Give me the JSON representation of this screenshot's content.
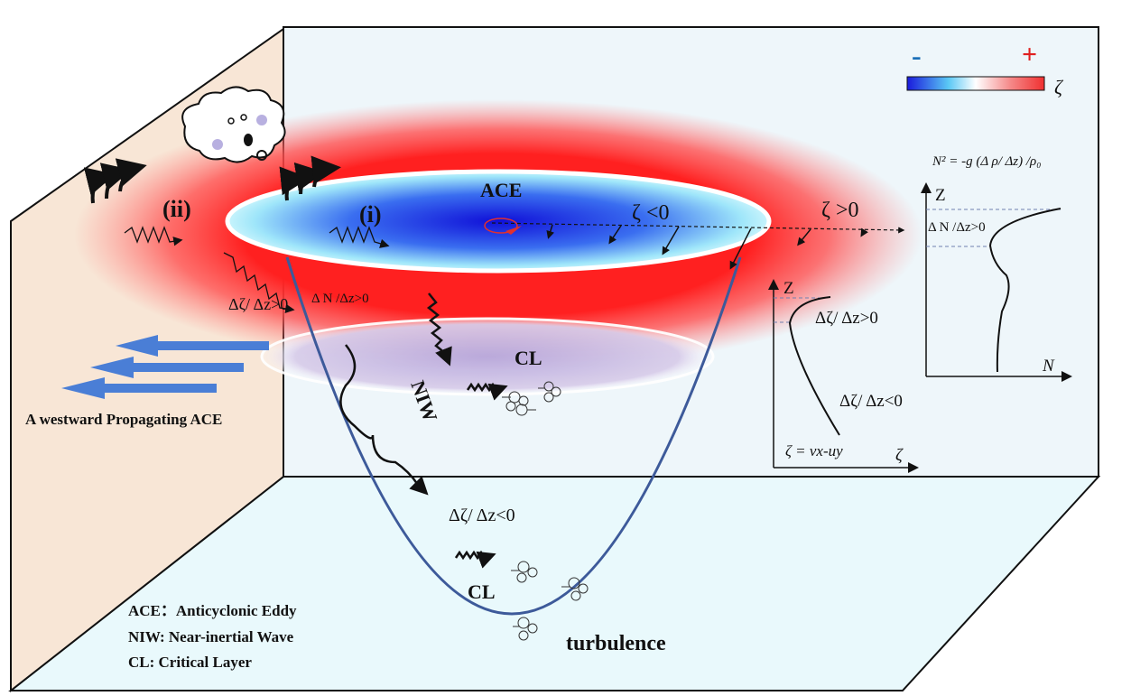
{
  "labels": {
    "ace": "ACE",
    "i": "(i)",
    "ii": "(ii)",
    "zeta_neg": "ζ <0",
    "zeta_pos": "ζ >0",
    "dzeta_pos_left": "Δζ/ Δz>0",
    "dn_pos_left": "Δ N /Δz>0",
    "cl_upper": "CL",
    "niw": "NIW",
    "dzeta_neg_bottom": "Δζ/ Δz<0",
    "cl_lower": "CL",
    "turbulence": "turbulence",
    "westward": "A westward Propagating ACE"
  },
  "colorbar": {
    "minus": "-",
    "plus": "+",
    "symbol": "ζ",
    "colors": [
      "#1a1adc",
      "#ffffff",
      "#f03030"
    ]
  },
  "zeta_profile": {
    "axis_z": "Z",
    "axis_x": "ζ",
    "upper_label": "Δζ/ Δz>0",
    "lower_label": "Δζ/ Δz<0",
    "definition": "ζ = vx-uy"
  },
  "n_profile": {
    "formula": "N² = -g (Δ ρ/ Δz) /ρ₀",
    "axis_z": "Z",
    "axis_x": "N",
    "label": "Δ N /Δz>0"
  },
  "legend": [
    "ACE：Anticyclonic Eddy",
    "NIW: Near-inertial Wave",
    "CL: Critical Layer"
  ]
}
